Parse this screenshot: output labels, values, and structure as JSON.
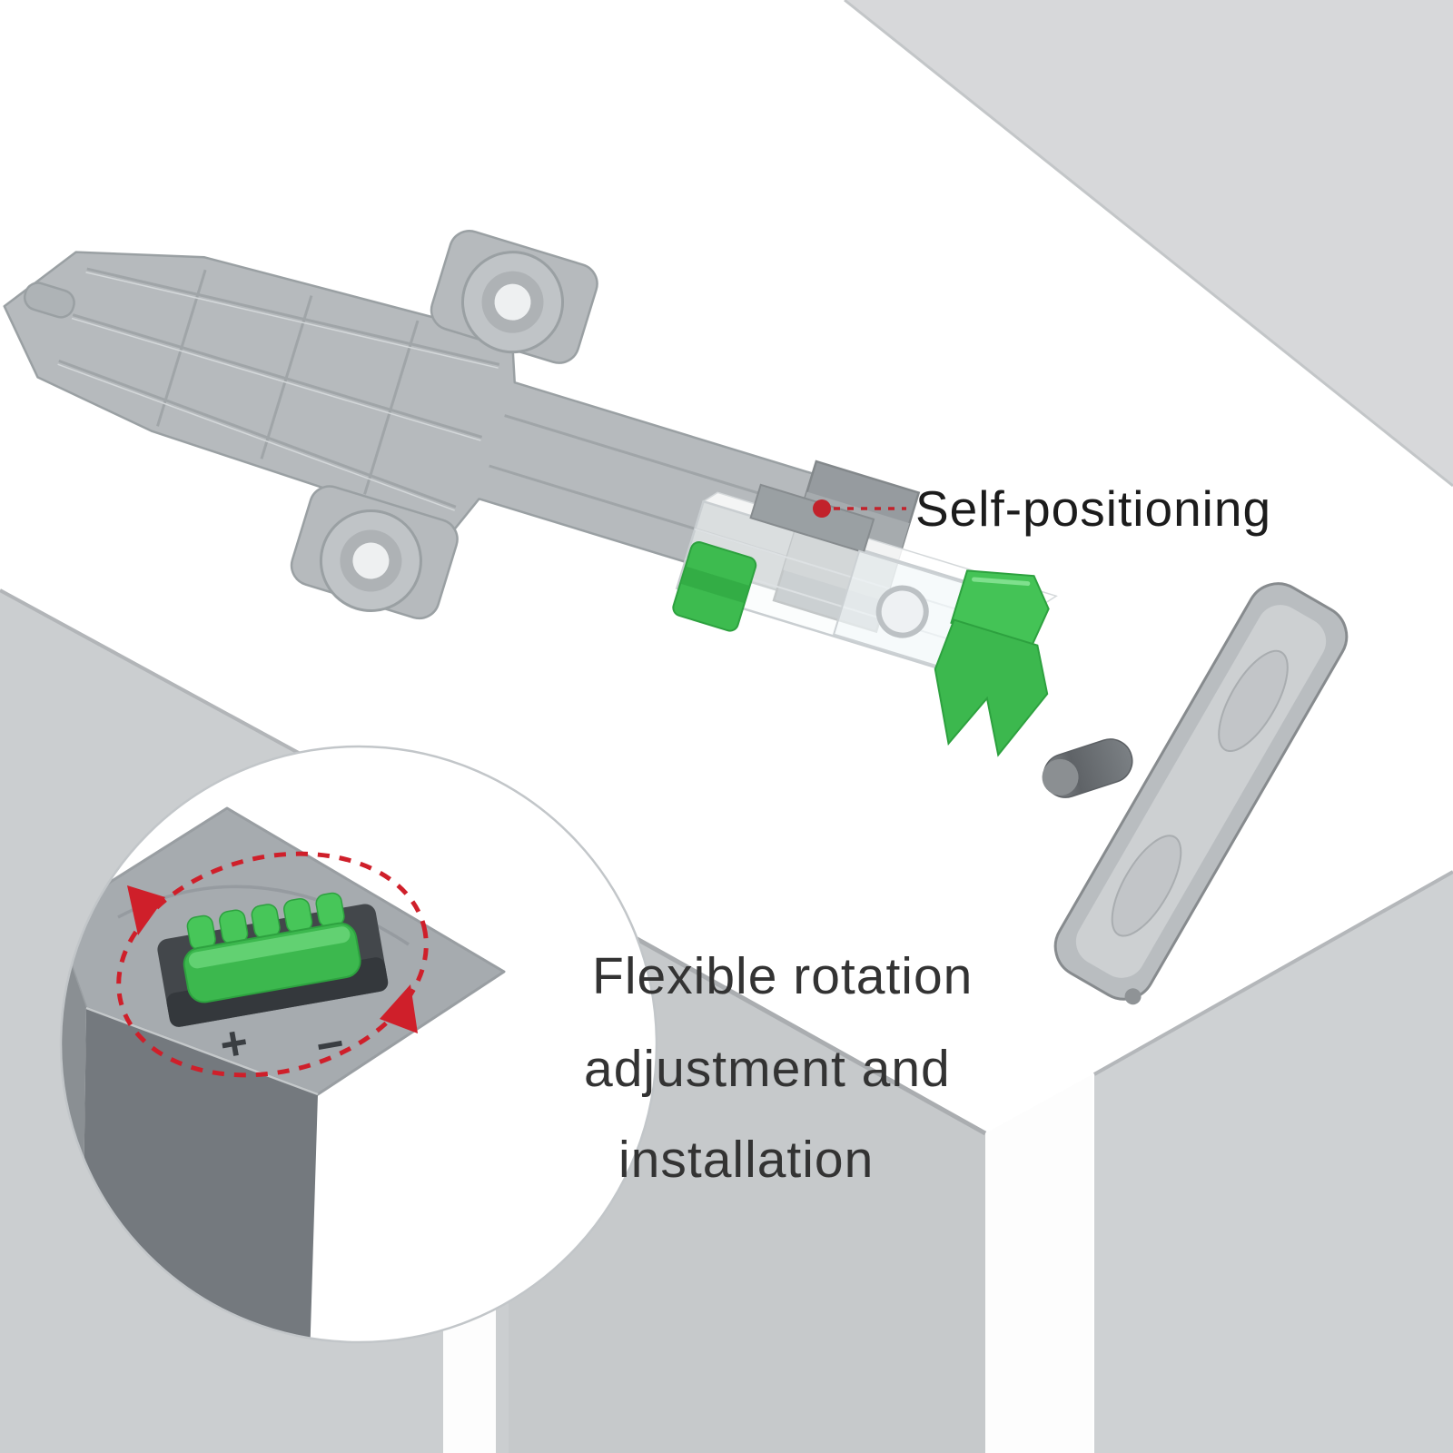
{
  "annotations": {
    "self_positioning": {
      "label": "Self-positioning"
    },
    "flexible": {
      "line1": "Flexible rotation",
      "line2": "adjustment and",
      "line3": "installation"
    }
  },
  "inset": {
    "plus": "+",
    "minus": "−"
  },
  "colors": {
    "accent_red": "#c2222b",
    "accent_green": "#3cb84e",
    "panel_gray_light": "#d7d8da",
    "panel_gray": "#cbced0",
    "bracket_gray": "#b6babd",
    "housing_dark_gray": "#74797e",
    "text_dark": "#1c1c1c"
  }
}
